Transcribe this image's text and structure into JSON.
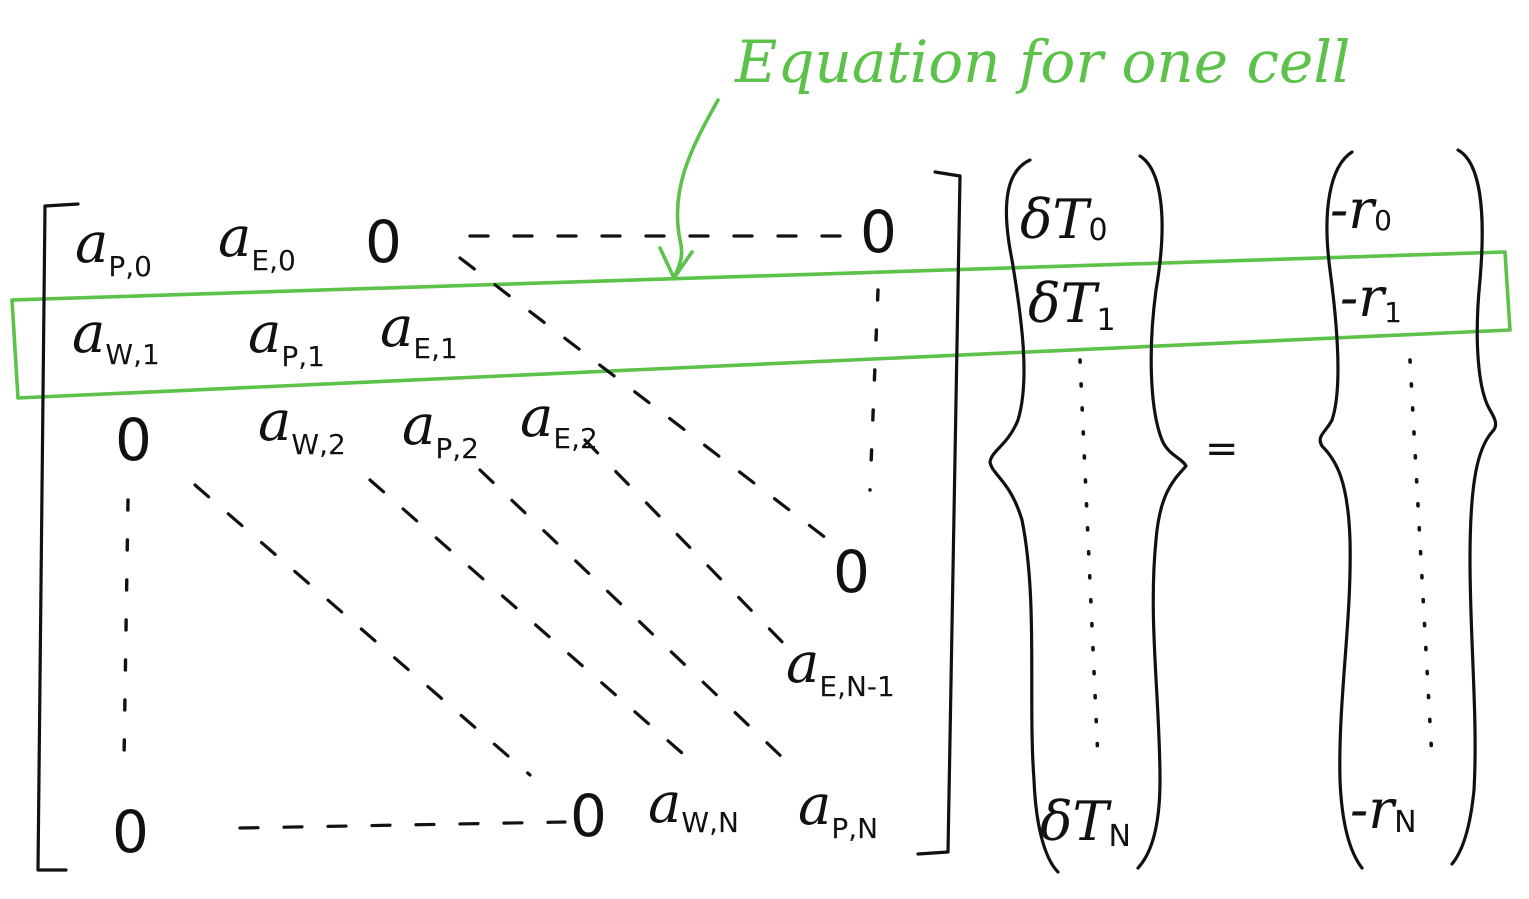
{
  "annotation": {
    "label": "Equation for one cell",
    "color": "#5cc24a"
  },
  "matrix": {
    "row0": {
      "c0": {
        "base": "a",
        "sub": "P,0"
      },
      "c1": {
        "base": "a",
        "sub": "E,0"
      },
      "c2": "0",
      "c_last": "0"
    },
    "row1": {
      "c0": {
        "base": "a",
        "sub": "W,1"
      },
      "c1": {
        "base": "a",
        "sub": "P,1"
      },
      "c2": {
        "base": "a",
        "sub": "E,1"
      }
    },
    "row2": {
      "c0": "0",
      "c1": {
        "base": "a",
        "sub": "W,2"
      },
      "c2": {
        "base": "a",
        "sub": "P,2"
      },
      "c3": {
        "base": "a",
        "sub": "E,2"
      }
    },
    "right_col": {
      "zero_mid": "0",
      "aEN1": {
        "base": "a",
        "sub": "E,N-1"
      }
    },
    "last_row": {
      "c0": "0",
      "zero_mid": "0",
      "aWN": {
        "base": "a",
        "sub": "W,N"
      },
      "aPN": {
        "base": "a",
        "sub": "P,N"
      }
    }
  },
  "unknowns": {
    "t0": {
      "base": "δT",
      "sub": "0"
    },
    "t1": {
      "base": "δT",
      "sub": "1"
    },
    "tN": {
      "base": "δT",
      "sub": "N"
    }
  },
  "equals": "=",
  "rhs": {
    "r0": {
      "base": "-r",
      "sub": "0"
    },
    "r1": {
      "base": "-r",
      "sub": "1"
    },
    "rN": {
      "base": "-r",
      "sub": "N"
    }
  }
}
